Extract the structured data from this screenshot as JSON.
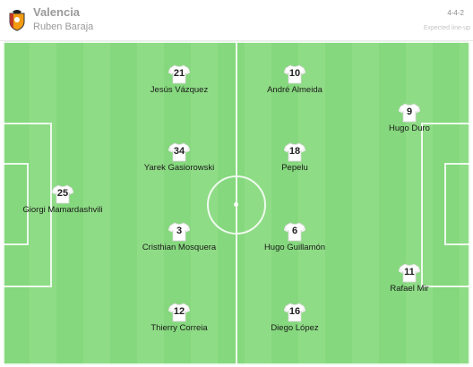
{
  "header": {
    "team": "Valencia",
    "coach": "Ruben Baraja",
    "formation": "4-4-2",
    "lineup_note": "Expected line-up",
    "crest_icon": "valencia-bat-crest-icon"
  },
  "colors": {
    "pitch_light": "#8fdc86",
    "pitch_dark": "#85d87d",
    "shirt": "#ffffff"
  },
  "players": [
    {
      "number": "21",
      "name": "Jesús Vázquez"
    },
    {
      "number": "10",
      "name": "André Almeida"
    },
    {
      "number": "9",
      "name": "Hugo Duro"
    },
    {
      "number": "34",
      "name": "Yarek Gasiorowski"
    },
    {
      "number": "18",
      "name": "Pepelu"
    },
    {
      "number": "25",
      "name": "Giorgi Mamardashvili"
    },
    {
      "number": "3",
      "name": "Cristhian Mosquera"
    },
    {
      "number": "6",
      "name": "Hugo Guillamón"
    },
    {
      "number": "11",
      "name": "Rafael Mir"
    },
    {
      "number": "12",
      "name": "Thierry Correia"
    },
    {
      "number": "16",
      "name": "Diego López"
    }
  ]
}
